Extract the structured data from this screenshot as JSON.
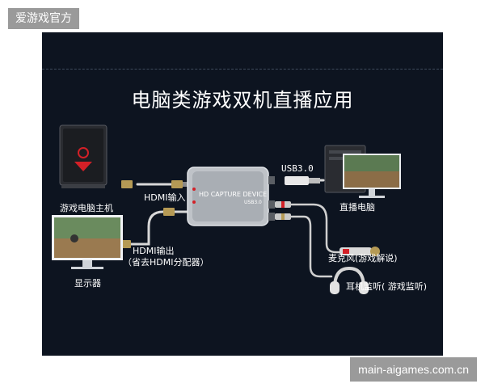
{
  "watermark_top": "爱游戏官方",
  "watermark_bottom": "main-aigames.com.cn",
  "diagram": {
    "title": "电脑类游戏双机直播应用",
    "device": {
      "label": "HD CAPTURE DEVICE",
      "sublabel": "USB3.0"
    },
    "labels": {
      "gaming_pc": "游戏电脑主机",
      "hdmi_in": "HDMI输入",
      "hdmi_out_line1": "HDMI输出",
      "hdmi_out_line2": "（省去HDMI分配器）",
      "monitor": "显示器",
      "usb": "USB3.0",
      "stream_pc": "直播电脑",
      "mic": "麦克风(游戏解说)",
      "headphone": "耳机监听( 游戏监听)"
    }
  }
}
